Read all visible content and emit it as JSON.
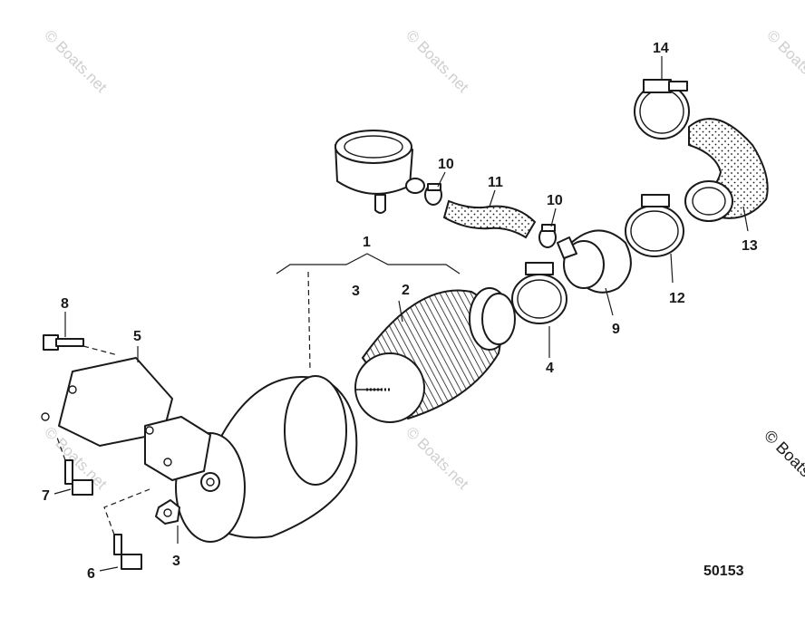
{
  "diagram": {
    "figure_number": "50153",
    "watermark": "© Boats.net",
    "callouts": [
      {
        "id": "c1",
        "text": "1"
      },
      {
        "id": "c2",
        "text": "2"
      },
      {
        "id": "c3a",
        "text": "3"
      },
      {
        "id": "c3b",
        "text": "3"
      },
      {
        "id": "c4",
        "text": "4"
      },
      {
        "id": "c5",
        "text": "5"
      },
      {
        "id": "c6",
        "text": "6"
      },
      {
        "id": "c7",
        "text": "7"
      },
      {
        "id": "c8",
        "text": "8"
      },
      {
        "id": "c9",
        "text": "9"
      },
      {
        "id": "c10a",
        "text": "10"
      },
      {
        "id": "c10b",
        "text": "10"
      },
      {
        "id": "c11",
        "text": "11"
      },
      {
        "id": "c12",
        "text": "12"
      },
      {
        "id": "c13",
        "text": "13"
      },
      {
        "id": "c14",
        "text": "14"
      }
    ]
  }
}
